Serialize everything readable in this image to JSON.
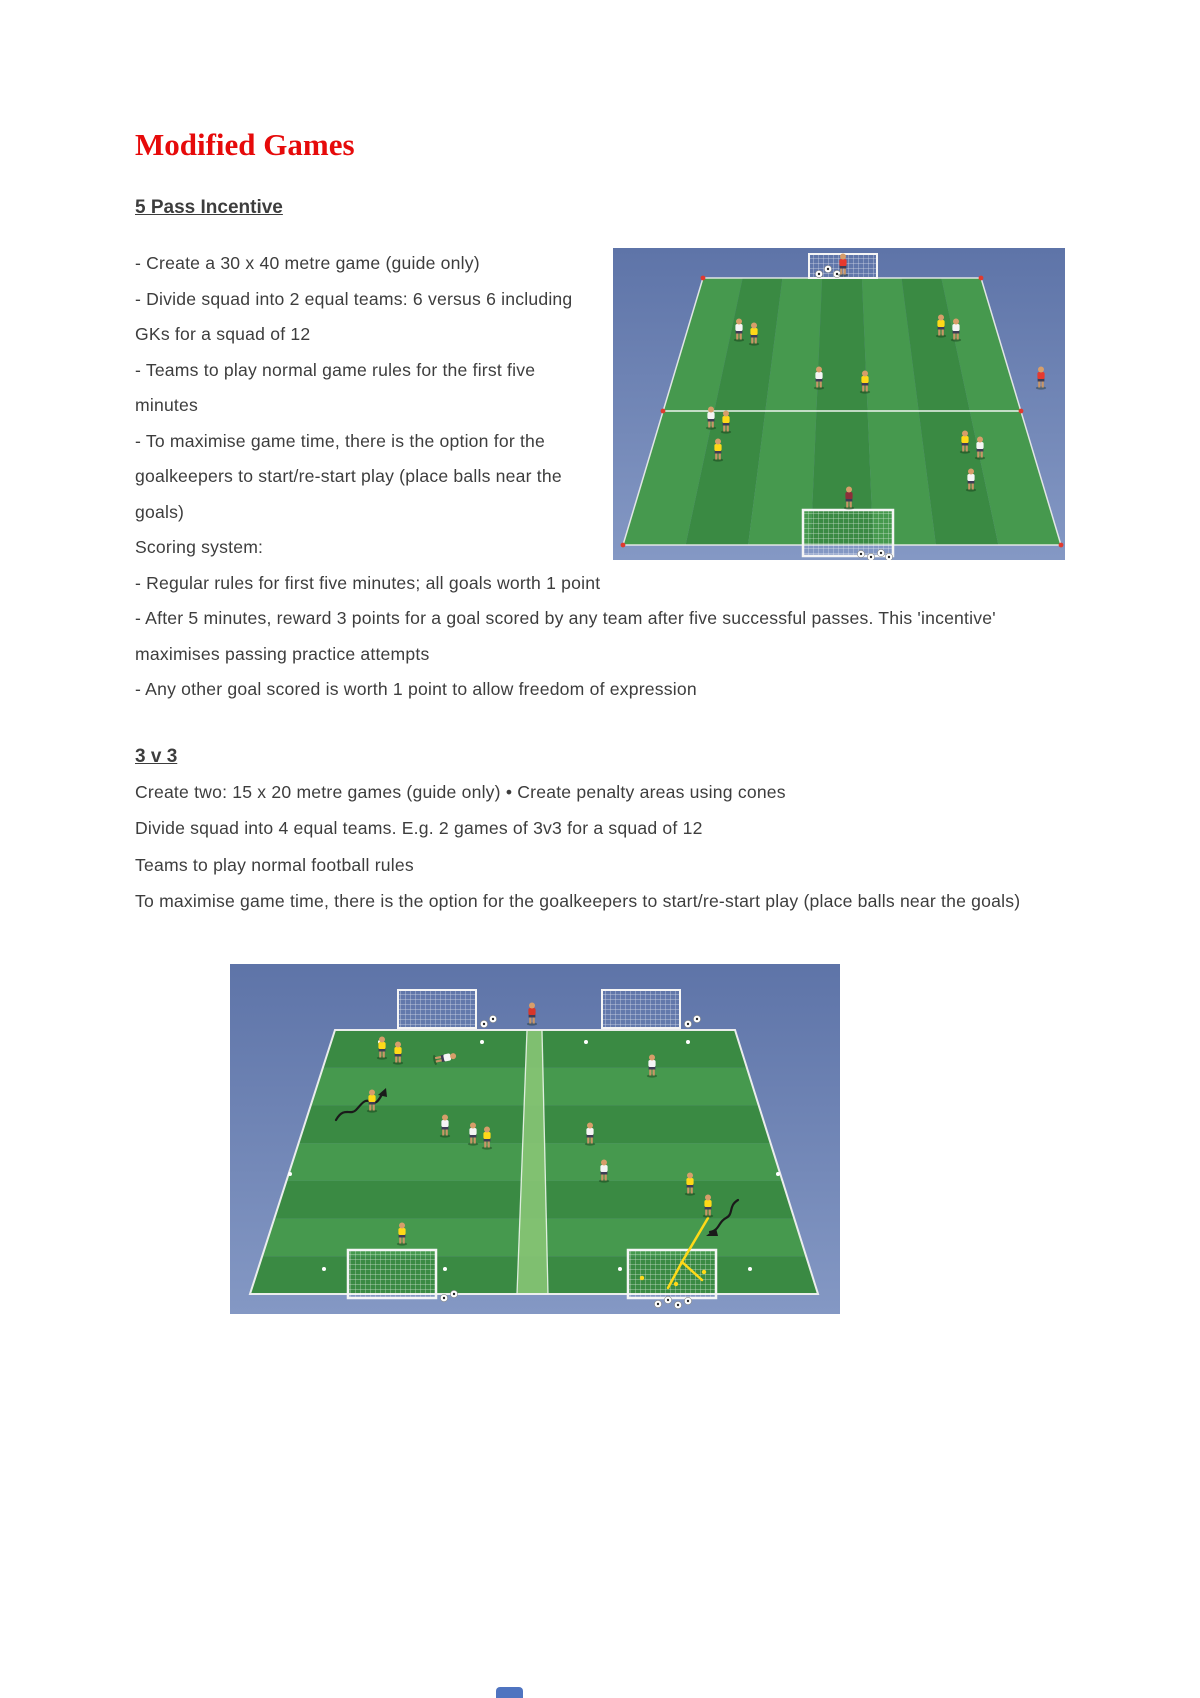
{
  "page": {
    "title": "Modified Games"
  },
  "sections": [
    {
      "heading": "5 Pass Incentive",
      "lines": [
        "- Create a 30 x 40 metre game (guide only)",
        "- Divide squad into 2 equal teams: 6 versus 6 including GKs for a squad of 12",
        "- Teams to play normal game rules for the first five minutes",
        "- To maximise game time, there is the option for the goalkeepers to start/re-start play (place balls near the goals)",
        "Scoring system:",
        "- Regular rules for first five minutes; all goals worth 1 point",
        "- After 5 minutes, reward 3 points for a goal scored by any team after five successful passes. This 'incentive' maximises passing practice attempts",
        "- Any other goal scored is worth 1 point to allow freedom of expression"
      ],
      "diagram": {
        "name": "5-pass-incentive-pitch",
        "description": "Single striped pitch in perspective, 6v6 with goalkeepers, balls beside both goals, red substitute on right touchline",
        "colors": {
          "background_top": "#5e74a8",
          "background_bottom": "#8498c4",
          "pitch_light": "#46994e",
          "pitch_dark": "#3a8a43",
          "yellow_team": "#ffd918",
          "white_team": "#f5f5f5",
          "gk_red": "#e6392e",
          "gk_maroon": "#8d2f3a",
          "cone_red": "#e03a2f"
        }
      }
    },
    {
      "heading": "3 v 3",
      "lines": [
        "Create two: 15 x 20 metre games (guide only) • Create penalty areas using cones",
        "Divide squad into 4 equal teams. E.g. 2 games of 3v3 for a squad of 12",
        "Teams to play normal football rules",
        "To maximise game time, there is the option for the goalkeepers to start/re-start play (place balls near the goals)"
      ],
      "diagram": {
        "name": "3v3-twin-pitches",
        "description": "Two side-by-side striped pitches with four goals, yellow and white 3v3 teams, movement squiggles, yellow pass lines and cone markers, red coach at top centre",
        "colors": {
          "pitch_divider": "#8cc878",
          "pass_line_yellow": "#ffd918",
          "movement_line_black": "#1a1a1a"
        }
      }
    }
  ],
  "accents": {
    "title_color": "#e60a0a"
  }
}
